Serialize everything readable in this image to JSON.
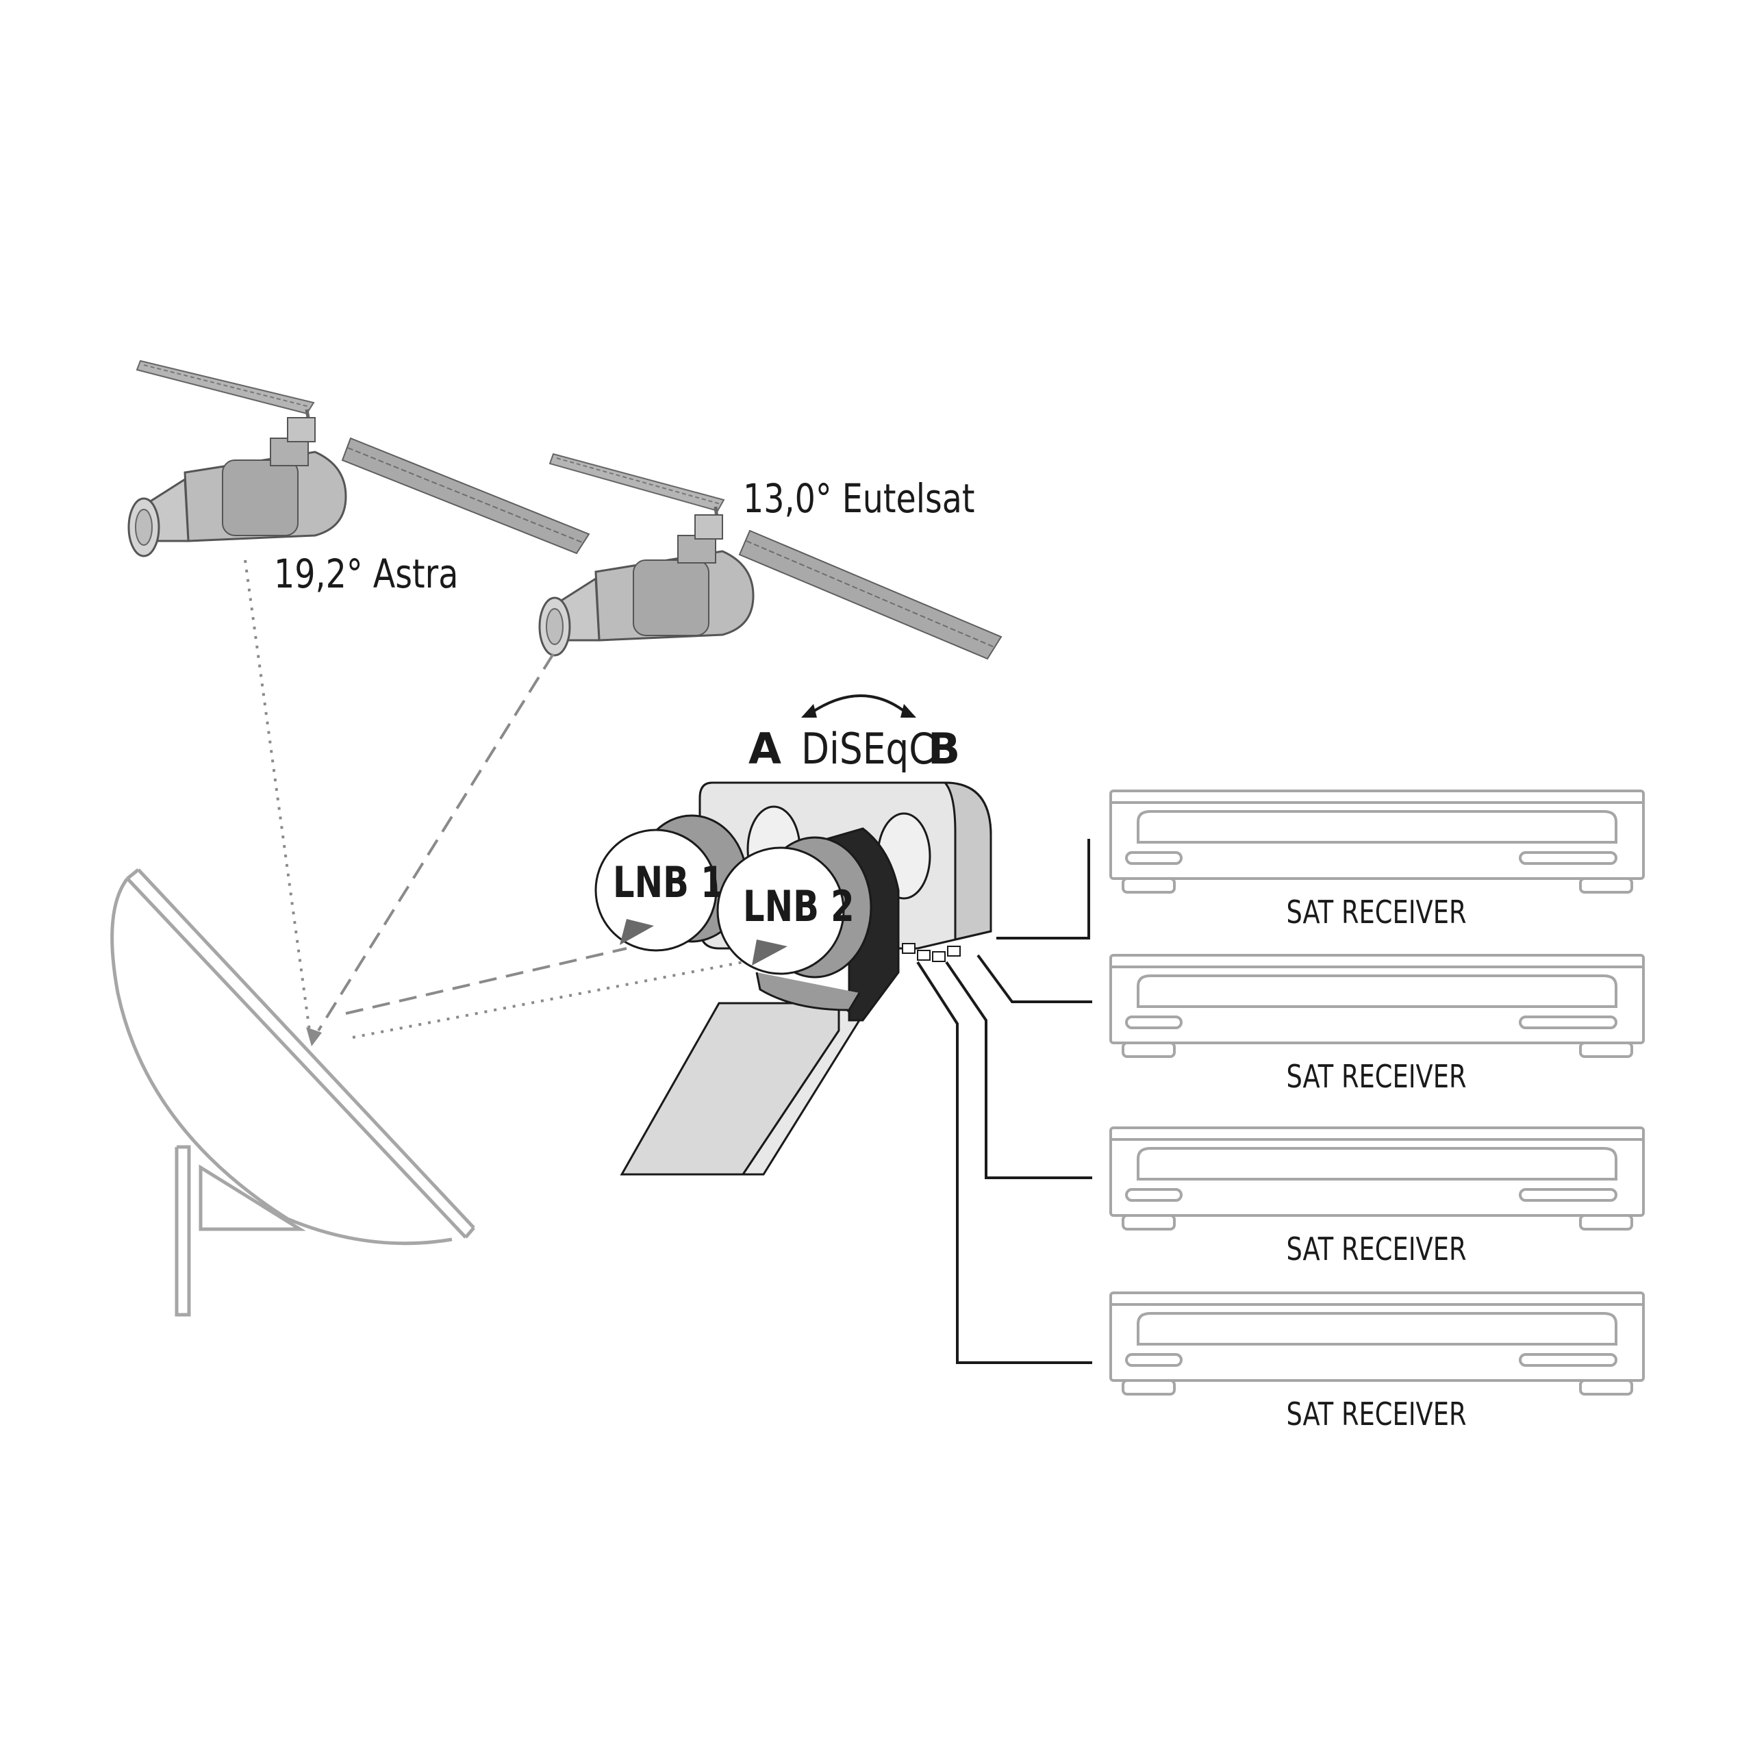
{
  "satellites": {
    "astra_label": "19,2° Astra",
    "eutelsat_label": "13,0° Eutelsat"
  },
  "switch": {
    "port_a": "A",
    "diseqc": "DiSEqC",
    "port_b": "B"
  },
  "lnbs": [
    {
      "label": "LNB 1"
    },
    {
      "label": "LNB 2"
    }
  ],
  "receivers": [
    {
      "label": "SAT RECEIVER"
    },
    {
      "label": "SAT RECEIVER"
    },
    {
      "label": "SAT RECEIVER"
    },
    {
      "label": "SAT RECEIVER"
    }
  ],
  "colors": {
    "line_dark": "#1a1a1a",
    "line_grey": "#8c8c8c",
    "outline_grey": "#a6a6a6",
    "body_light": "#e6e6e6",
    "body_mid": "#bdbdbd",
    "body_dark": "#262626",
    "satellite_grey": "#9a9a9a"
  }
}
